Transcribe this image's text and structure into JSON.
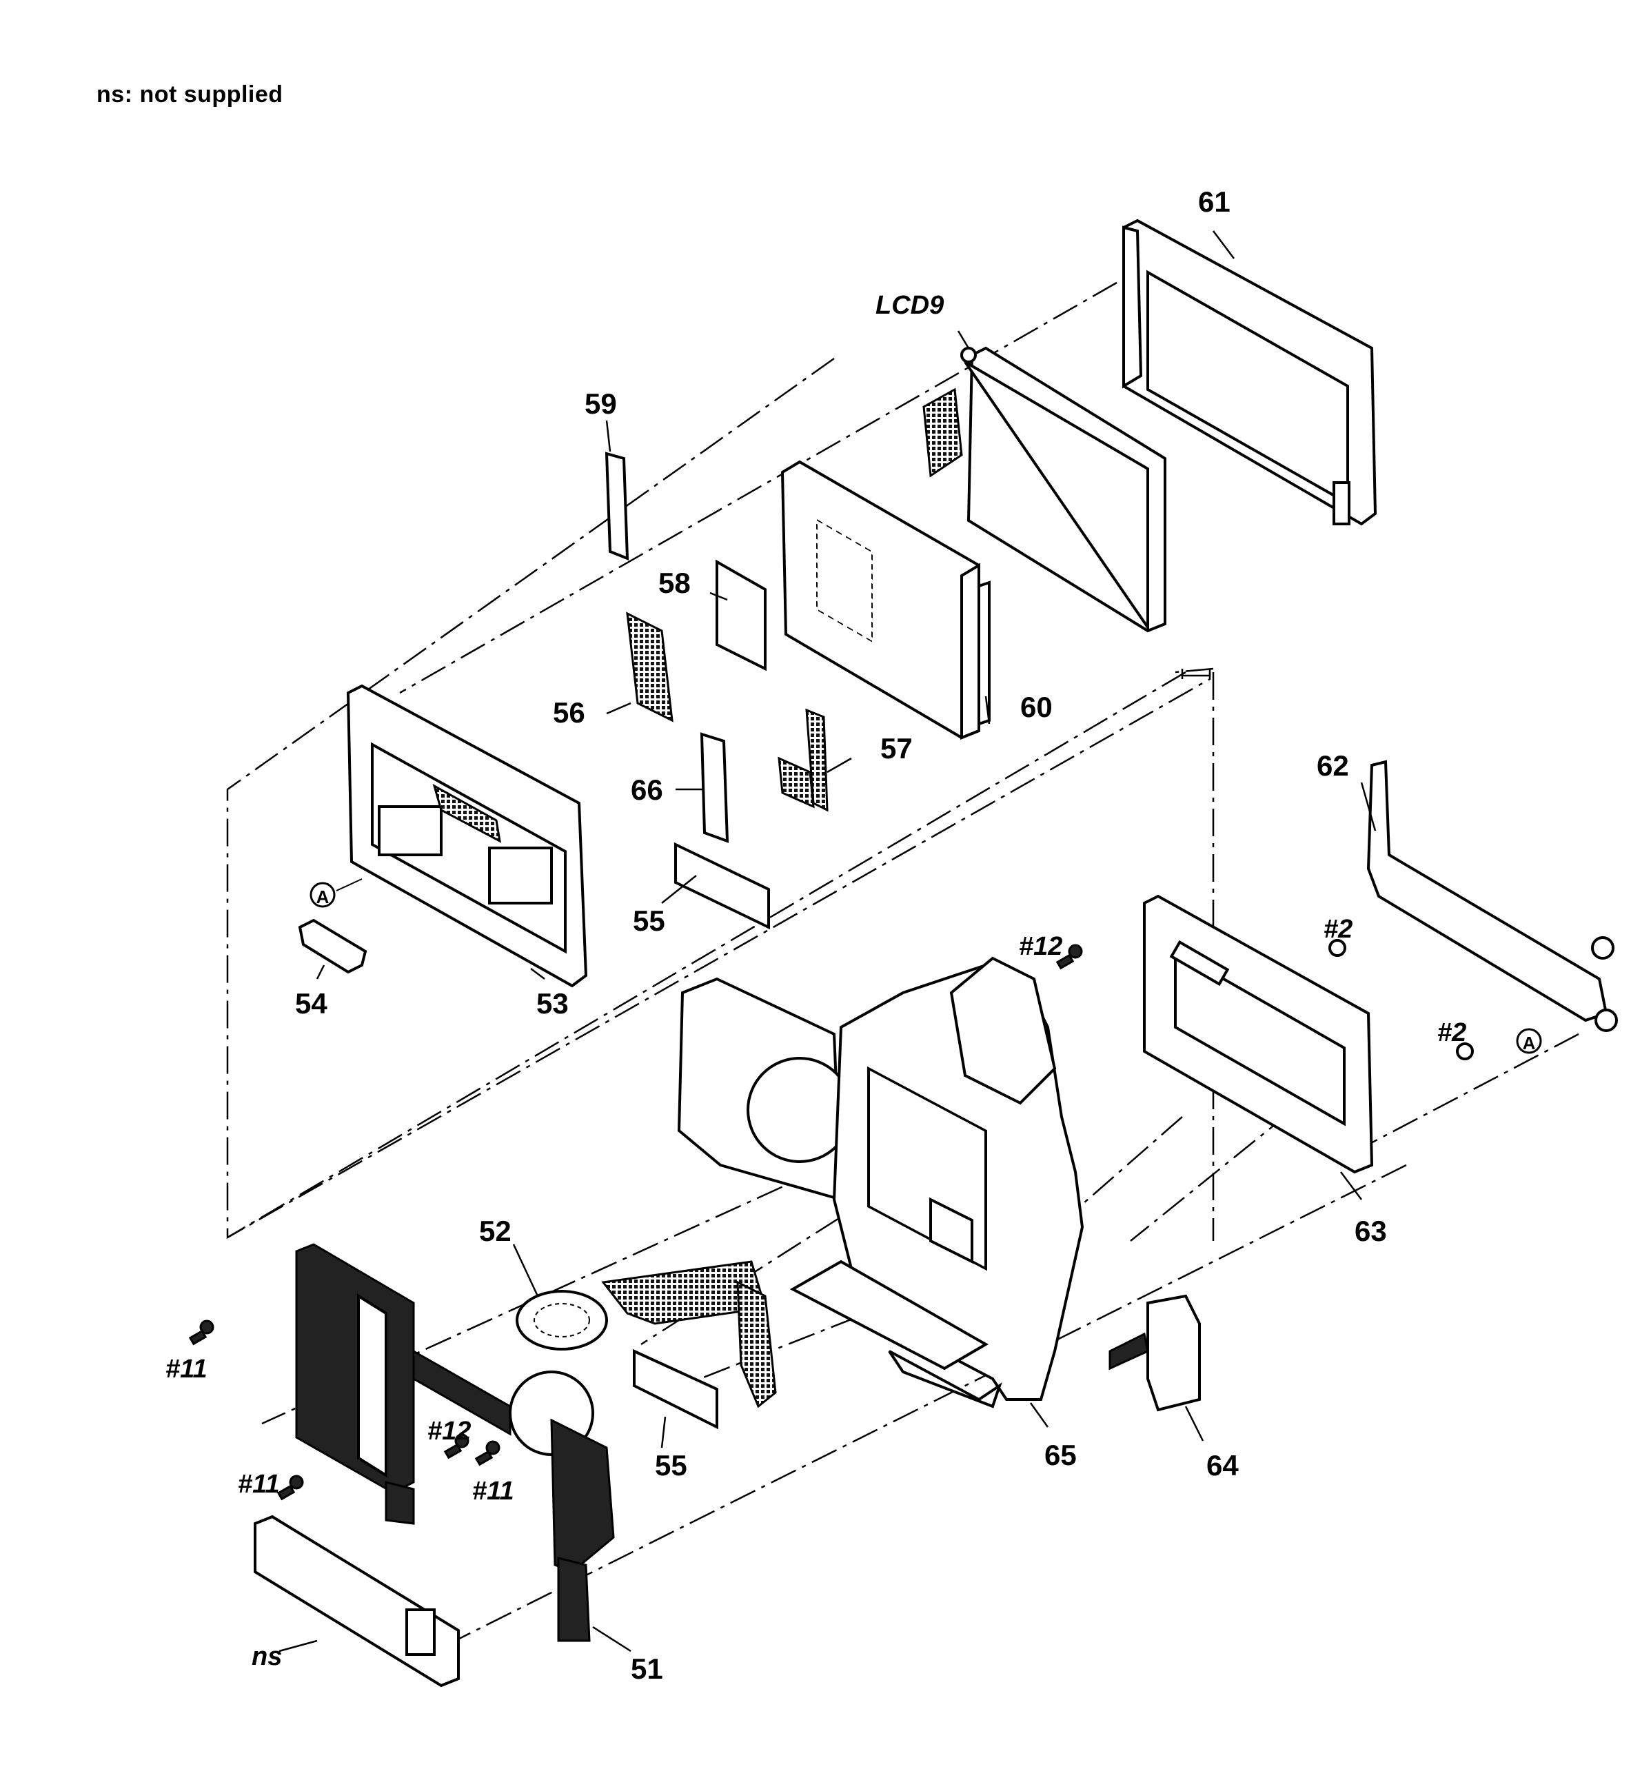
{
  "note": "ns: not supplied",
  "labels": {
    "p51": "51",
    "p52": "52",
    "p53": "53",
    "p54": "54",
    "p55a": "55",
    "p55b": "55",
    "p56": "56",
    "p57": "57",
    "p58": "58",
    "p59": "59",
    "p60": "60",
    "p61": "61",
    "p62": "62",
    "p63": "63",
    "p64": "64",
    "p65": "65",
    "p66": "66",
    "lcd9": "LCD9",
    "ns": "ns",
    "s11a": "#11",
    "s11b": "#11",
    "s11c": "#11",
    "s12a": "#12",
    "s12b": "#12",
    "s2a": "#2",
    "s2b": "#2",
    "refA1": "A",
    "refA2": "A"
  }
}
